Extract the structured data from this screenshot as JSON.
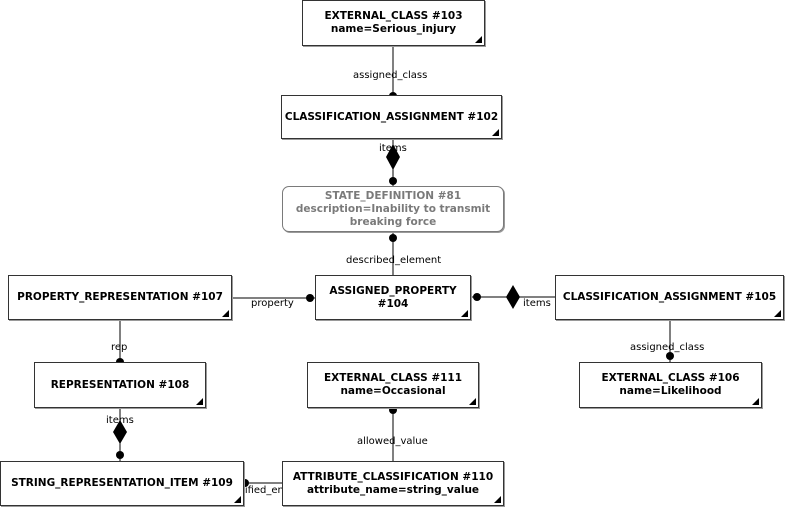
{
  "nodes": {
    "ext103": {
      "line1": "EXTERNAL_CLASS #103",
      "line2": "name=Serious_injury"
    },
    "ca102": {
      "line1": "CLASSIFICATION_ASSIGNMENT #102"
    },
    "sd81": {
      "line1": "STATE_DEFINITION #81",
      "line2": "description=Inability to transmit",
      "line3": "breaking force"
    },
    "pr107": {
      "line1": "PROPERTY_REPRESENTATION #107"
    },
    "ap104": {
      "line1": "ASSIGNED_PROPERTY",
      "line2": "#104"
    },
    "ca105": {
      "line1": "CLASSIFICATION_ASSIGNMENT #105"
    },
    "rep108": {
      "line1": "REPRESENTATION #108"
    },
    "ext111": {
      "line1": "EXTERNAL_CLASS #111",
      "line2": "name=Occasional"
    },
    "ext106": {
      "line1": "EXTERNAL_CLASS #106",
      "line2": "name=Likelihood"
    },
    "sri109": {
      "line1": "STRING_REPRESENTATION_ITEM #109"
    },
    "ac110": {
      "line1": "ATTRIBUTE_CLASSIFICATION #110",
      "line2": "attribute_name=string_value"
    }
  },
  "edges": {
    "assigned_class_1": "assigned_class",
    "items_1": "items",
    "described_element": "described_element",
    "property": "property",
    "items_2": "items",
    "rep": "rep",
    "assigned_class_2": "assigned_class",
    "items_3": "items",
    "allowed_value": "allowed_value",
    "classified_entity": "classified_entity"
  }
}
